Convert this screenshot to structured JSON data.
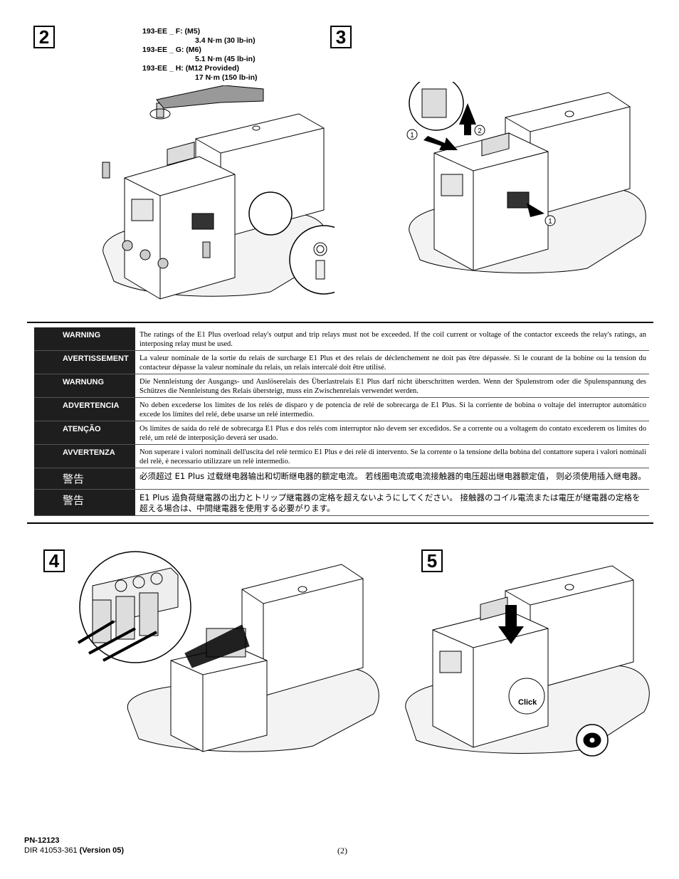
{
  "steps": {
    "s2": "2",
    "s3": "3",
    "s4": "4",
    "s5": "5"
  },
  "torque": [
    {
      "model": "193-EE _ F: (M5)",
      "value": "3.4 N·m (30 lb-in)"
    },
    {
      "model": "193-EE _ G: (M6)",
      "value": "5.1 N·m (45 lb-in)"
    },
    {
      "model": "193-EE _ H: (M12 Provided)",
      "value": "17 N·m (150 lb-in)"
    }
  ],
  "callouts": {
    "one": "1",
    "two": "2",
    "click": "Click"
  },
  "warnings": [
    {
      "label": "WARNING",
      "text": "The ratings of the E1 Plus overload relay's output and trip relays must not be exceeded.  If the coil current or voltage of the contactor exceeds the relay's ratings, an interposing relay must be used."
    },
    {
      "label": "AVERTISSEMENT",
      "text": "La valeur nominale de la sortie du relais de surcharge E1 Plus et des relais de déclenchement ne doit pas être dépassée. Si le courant de la bobine ou la tension du contacteur dépasse la valeur nominale du relais, un relais intercalé doit être utilisé."
    },
    {
      "label": "WARNUNG",
      "text": "Die Nennleistung der Ausgangs- und Auslöserelais des Überlastrelais E1 Plus darf nicht überschritten werden. Wenn der Spulenstrom oder die Spulenspannung des Schützes die Nennleistung des Relais übersteigt, muss ein Zwischenrelais verwendet werden."
    },
    {
      "label": "ADVERTENCIA",
      "text": "No deben excederse los límites de los relés de disparo y de potencia de relé de sobrecarga de E1 Plus.  Si la corriente de bobina o voltaje del interruptor automático excede los límites del relé, debe usarse un relé intermedio."
    },
    {
      "label": "ATENÇÃO",
      "text": "Os limites de saída do relé de sobrecarga E1 Plus e dos relés com interruptor não devem ser excedidos. Se a corrente ou a voltagem do contato excederem os limites do relé, um relé de interposição deverá ser usado."
    },
    {
      "label": "AVVERTENZA",
      "text": "Non superare i valori nominali dell'uscita del relè termico E1 Plus e dei relè di intervento. Se la corrente o la tensione della bobina del contattore supera i valori nominali del relè, è necessario utilizzare un relè intermedio."
    },
    {
      "label": "警告",
      "text": "必须超过 E1 Plus 过载继电器输出和切断继电器的额定电流。 若线圈电流或电流接触器的电压超出继电器额定值， 则必须使用插入继电器。",
      "cjk": true
    },
    {
      "label": "警告",
      "text": "E1 Plus 過負荷継電器の出力とトリップ継電器の定格を超えないようにしてください。 接触器のコイル電流または電圧が継電器の定格を超える場合は、中間継電器を使用する必要がります。",
      "cjk": true
    }
  ],
  "footer": {
    "pn": "PN-12123",
    "dir": "DIR 41053-361",
    "version": "(Version 05)",
    "page": "(2)"
  }
}
